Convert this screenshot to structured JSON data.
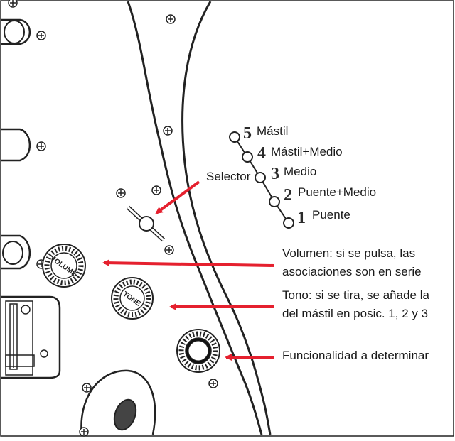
{
  "selector_positions": [
    {
      "number": "5",
      "label": "Mástil"
    },
    {
      "number": "4",
      "label": "Mástil+Medio"
    },
    {
      "number": "3",
      "label": "Medio"
    },
    {
      "number": "2",
      "label": "Puente+Medio"
    },
    {
      "number": "1",
      "label": "Puente"
    }
  ],
  "selector_label": "Selector",
  "knobs": {
    "volume_text": "VOLUME",
    "tone_text": "TONE"
  },
  "annotations": {
    "volume": {
      "line1": "Volumen: si se pulsa, las",
      "line2": "asociaciones son en serie"
    },
    "tone": {
      "line1": "Tono: si se tira, se añade la",
      "line2": "del mástil en posic. 1, 2 y 3"
    },
    "third": {
      "line1": "Funcionalidad a determinar"
    }
  },
  "colors": {
    "arrow": "#e5202e",
    "ink": "#222222",
    "background": "#ffffff"
  }
}
